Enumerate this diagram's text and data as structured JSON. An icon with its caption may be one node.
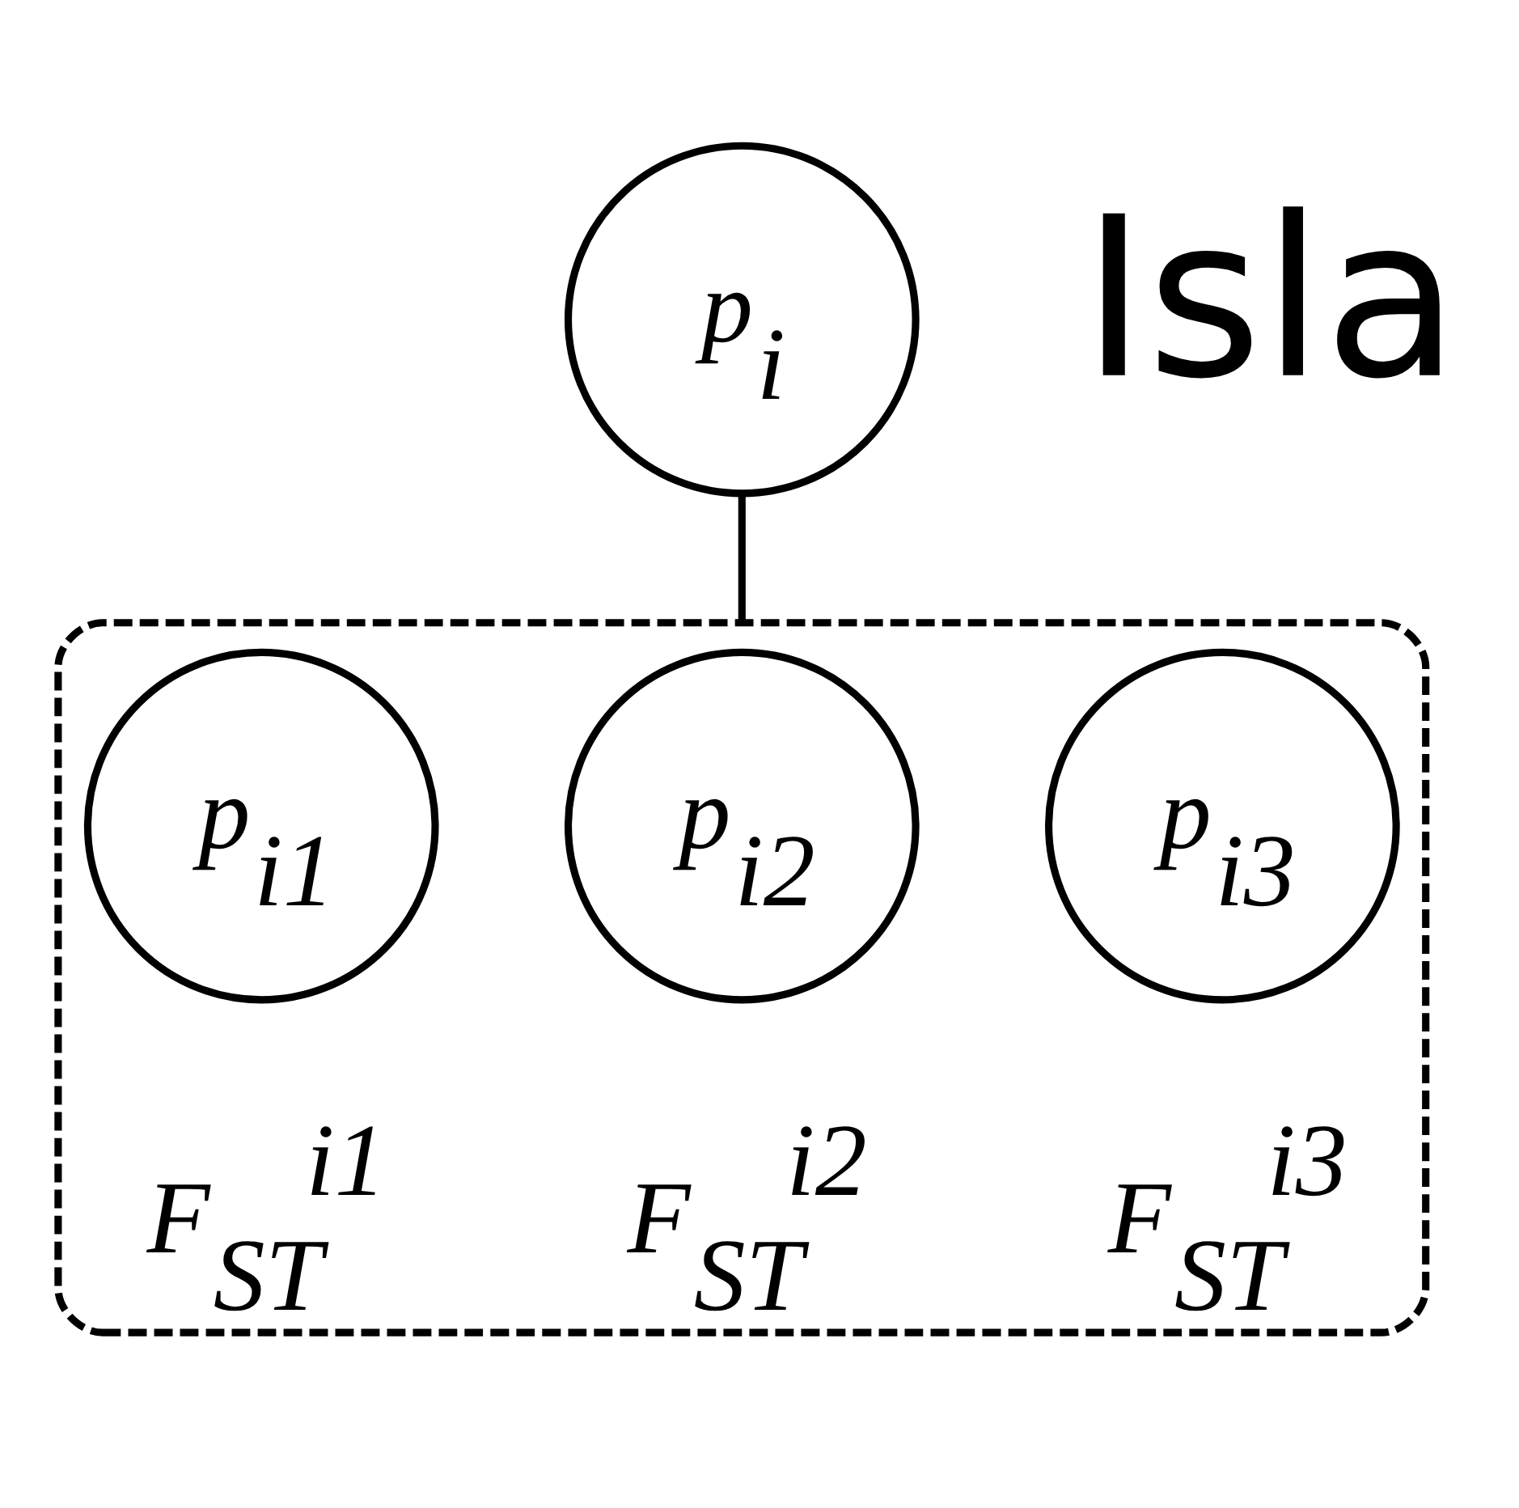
{
  "diagram": {
    "nodes": [
      {
        "text": [
          "p$_{i}$"
        ]
      },
      {
        "text": [],
        "shape": "ellipse"
      },
      {
        "text": [
          "p$_{i1}$"
        ],
        "in": 1,
        "beside": [
          "F$_{ST}$$^{i1}$"
        ]
      },
      {
        "text": [
          "p$_{i2}$"
        ],
        "in": 1,
        "beside": [
          "F$_{ST}$$^{i2}$"
        ]
      },
      {
        "text": [
          "p$_{i3}$"
        ],
        "in": 1,
        "beside": [
          "F$_{ST}$$^{i3}$"
        ]
      }
    ],
    "edges": [
      {
        "from": 0,
        "to": 1,
        "arrow": "none"
      }
    ],
    "labels": [
      "Isla"
    ]
  }
}
